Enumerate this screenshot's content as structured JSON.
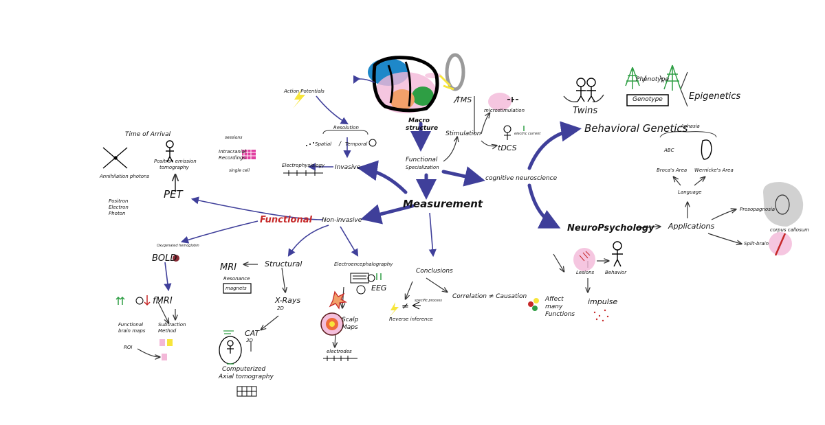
{
  "center": {
    "measurement": "Measurement"
  },
  "macro": {
    "label_line1": "Macro",
    "label_line2": "structure"
  },
  "functional_specialization": {
    "line1": "Functional",
    "line2": "Specialization"
  },
  "cognitive_neuroscience": "cognitive neuroscience",
  "behavioral_genetics": "Behavioral Genetics",
  "twins": "Twins",
  "phenotype": "Phenotype",
  "genotype": "Genotype",
  "epigenetics": "Epigenetics",
  "neuropsychology": "NeuroPsychology",
  "applications": "Applications",
  "prosopagnosia": "Prosopagnosia",
  "corpus_callosum": "corpus callosum",
  "split_brain": "Split-brain",
  "language": "Language",
  "brocas_area": "Broca's Area",
  "wernickes_area": "Wernicke's Area",
  "abc": "ABC",
  "aphasia": "Aphasia",
  "lesions": "Lesions",
  "behavior": "Behavior",
  "affect_many": {
    "line1": "Affect",
    "line2": "many",
    "line3": "Functions"
  },
  "impulse": "impulse",
  "stimulation": "Stimulation",
  "tms": "TMS",
  "microstimulation": "microstimulation",
  "tdcs": "tDCS",
  "electric_current": "electric current",
  "invasive": "Invasive",
  "electrophysiology": "Electrophysiology",
  "action_potentials": "Action Potentials",
  "single_cell": "single cell",
  "resolution": "Resolution",
  "spatial": "Spatial",
  "temporal": "Temporal",
  "slash": "/",
  "intracranial": {
    "line1": "Intracranial",
    "line2": "Recordings"
  },
  "sessions": "sessions",
  "functional": "Functional",
  "non_invasive": "Non-invasive",
  "pet": "PET",
  "pet_full": {
    "line1": "Positron emission",
    "line2": "tomography"
  },
  "annihilation": "Annihilation photons",
  "time_of_arrival": "Time of Arrival",
  "positron": {
    "line1": "Positron",
    "line2": "Electron",
    "line3": "Photon"
  },
  "bold": "BOLD",
  "oxy": "Oxygenated hemoglobin",
  "fmri": "fMRI",
  "functional_brain_maps": {
    "line1": "Functional",
    "line2": "brain maps"
  },
  "subtraction": {
    "line1": "Subtraction",
    "line2": "Method"
  },
  "roi": "ROI",
  "mri": "MRI",
  "structural": "Structural",
  "resonance": "Resonance",
  "magnets": "magnets",
  "xrays": "X-Rays",
  "two_d": "2D",
  "cat": "CAT",
  "three_d": "3D",
  "computerized": {
    "line1": "Computerized",
    "line2": "Axial tomography"
  },
  "eeg_full": "Electroencephalography",
  "eeg": "EEG",
  "scalp_maps": {
    "line1": "Scalp",
    "line2": "Maps"
  },
  "electrodes": "electrodes",
  "conclusions": "Conclusions",
  "correlation": "Correlation ≠ Causation",
  "reverse_inference": "Reverse inference",
  "not_equal": "≠",
  "specific": "specific process",
  "colors": {
    "arrow": "#3f3f9a",
    "blue": "#1e88c9",
    "green": "#2e9e44",
    "red": "#c62828",
    "pink": "#f3b8d8",
    "yellow": "#f7e53a"
  }
}
